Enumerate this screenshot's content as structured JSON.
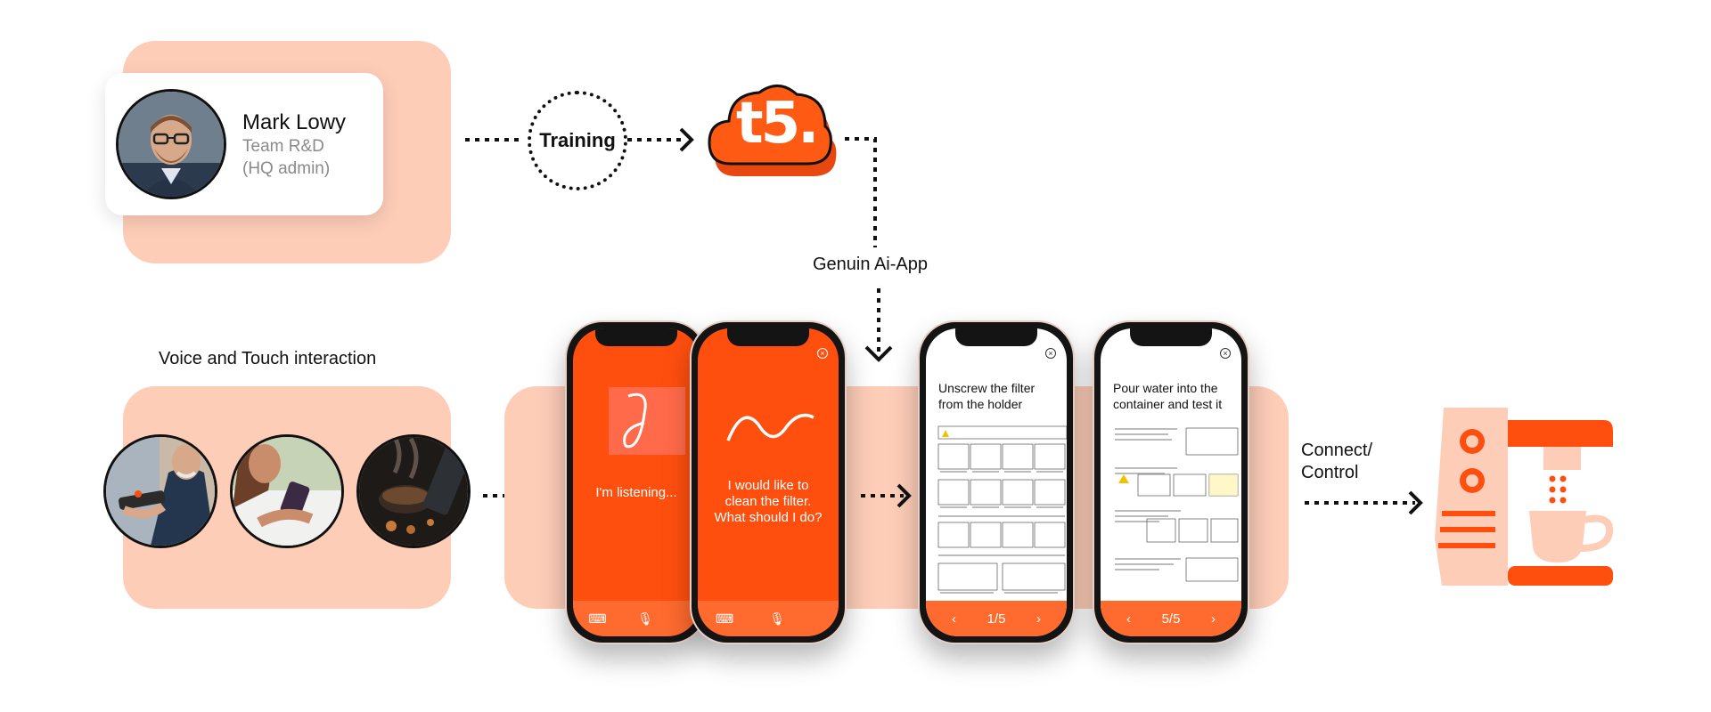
{
  "admin": {
    "name": "Mark Lowy",
    "team": "Team R&D",
    "role": "(HQ admin)"
  },
  "training_label": "Training",
  "cloud_logo_text": "t5.",
  "app_label": "Genuin Ai-App",
  "voice_touch_label": "Voice and Touch interaction",
  "phones": {
    "listening": {
      "text": "I'm listening..."
    },
    "query": {
      "text": "I would like to clean the filter. What should I do?"
    },
    "step1": {
      "title": "Unscrew the filter from the holder",
      "page": "1/5"
    },
    "step5": {
      "title": "Pour water into the container and test it",
      "page": "5/5"
    }
  },
  "connect_label": [
    "Connect/",
    "Control"
  ],
  "colors": {
    "accent": "#ff4f0f",
    "peach": "#fdcdb8",
    "bar": "#ff6a2e"
  },
  "icons": {
    "close": "close-icon",
    "keyboard": "keyboard-icon",
    "mic": "microphone-icon",
    "prev": "chevron-left-icon",
    "next": "chevron-right-icon",
    "coffee": "coffee-machine-icon"
  }
}
